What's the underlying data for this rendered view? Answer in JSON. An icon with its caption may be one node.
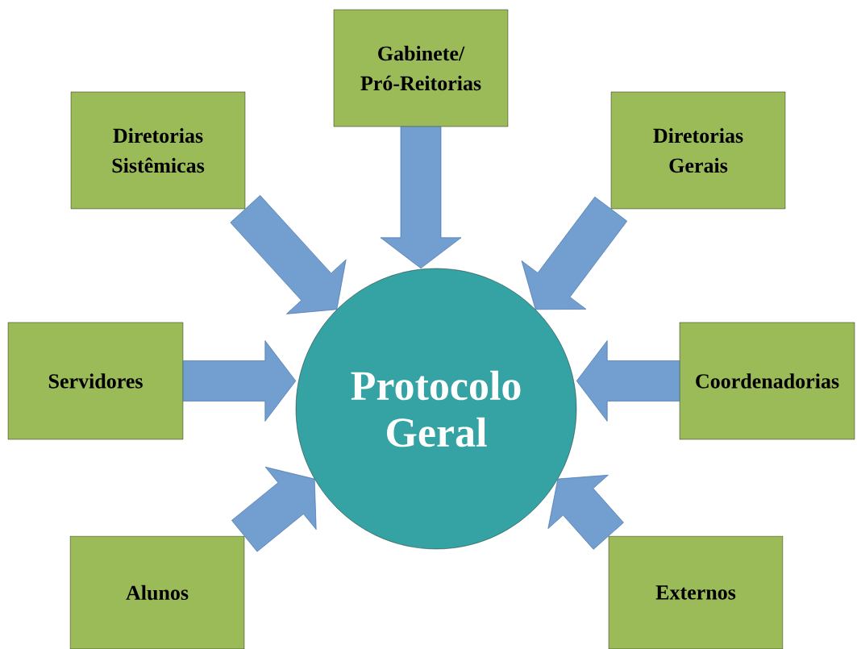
{
  "diagram": {
    "nodes": [
      {
        "text": [
          "Gabinete/ Pró-Reitorias"
        ]
      },
      {
        "text": [
          "Diretorias Sistêmicas"
        ]
      },
      {
        "text": [
          "Diretorias Gerais"
        ]
      },
      {
        "text": [
          "Servidores"
        ]
      },
      {
        "text": [
          "Protocolo Geral"
        ]
      },
      {
        "text": [
          "Coordenadorias"
        ]
      },
      {
        "text": [
          "Alunos"
        ]
      },
      {
        "text": [
          "Externos"
        ]
      }
    ],
    "edges": [
      {
        "from": 0,
        "to": 4,
        "arrow": "to"
      },
      {
        "from": 1,
        "to": 4,
        "arrow": "to"
      },
      {
        "from": 2,
        "to": 4,
        "arrow": "to"
      },
      {
        "from": 3,
        "to": 4,
        "arrow": "to"
      },
      {
        "from": 5,
        "to": 4,
        "arrow": "to"
      },
      {
        "from": 6,
        "to": 4,
        "arrow": "to"
      },
      {
        "from": 7,
        "to": 4,
        "arrow": "to"
      }
    ]
  }
}
